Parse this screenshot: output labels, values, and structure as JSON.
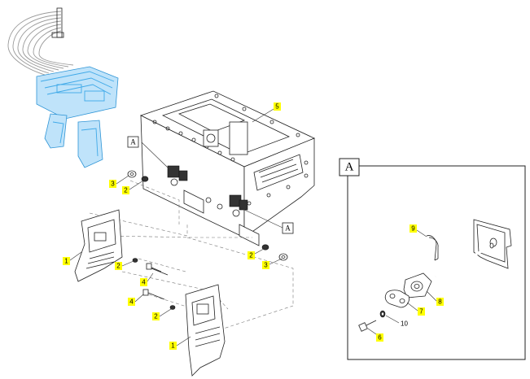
{
  "overview": {
    "callouts": [
      {
        "id": "c-5",
        "label": "5"
      },
      {
        "id": "c-3a",
        "label": "3"
      },
      {
        "id": "c-2a",
        "label": "2"
      },
      {
        "id": "c-1a",
        "label": "1"
      },
      {
        "id": "c-2b",
        "label": "2"
      },
      {
        "id": "c-4a",
        "label": "4"
      },
      {
        "id": "c-4b",
        "label": "4"
      },
      {
        "id": "c-2c",
        "label": "2"
      },
      {
        "id": "c-1b",
        "label": "1"
      },
      {
        "id": "c-2d",
        "label": "2"
      },
      {
        "id": "c-3b",
        "label": "3"
      }
    ],
    "view_refs": [
      {
        "id": "ref-a-left",
        "label": "A"
      },
      {
        "id": "ref-a-right",
        "label": "A"
      }
    ]
  },
  "detail": {
    "title": "A",
    "callouts": [
      {
        "id": "d-9",
        "label": "9"
      },
      {
        "id": "d-8",
        "label": "8"
      },
      {
        "id": "d-7",
        "label": "7"
      },
      {
        "id": "d-6",
        "label": "6"
      }
    ],
    "plain_label": "10"
  },
  "colors": {
    "callout_highlight": "#ffff00",
    "locator_blue": "#3fa9e8",
    "line": "#222222"
  }
}
